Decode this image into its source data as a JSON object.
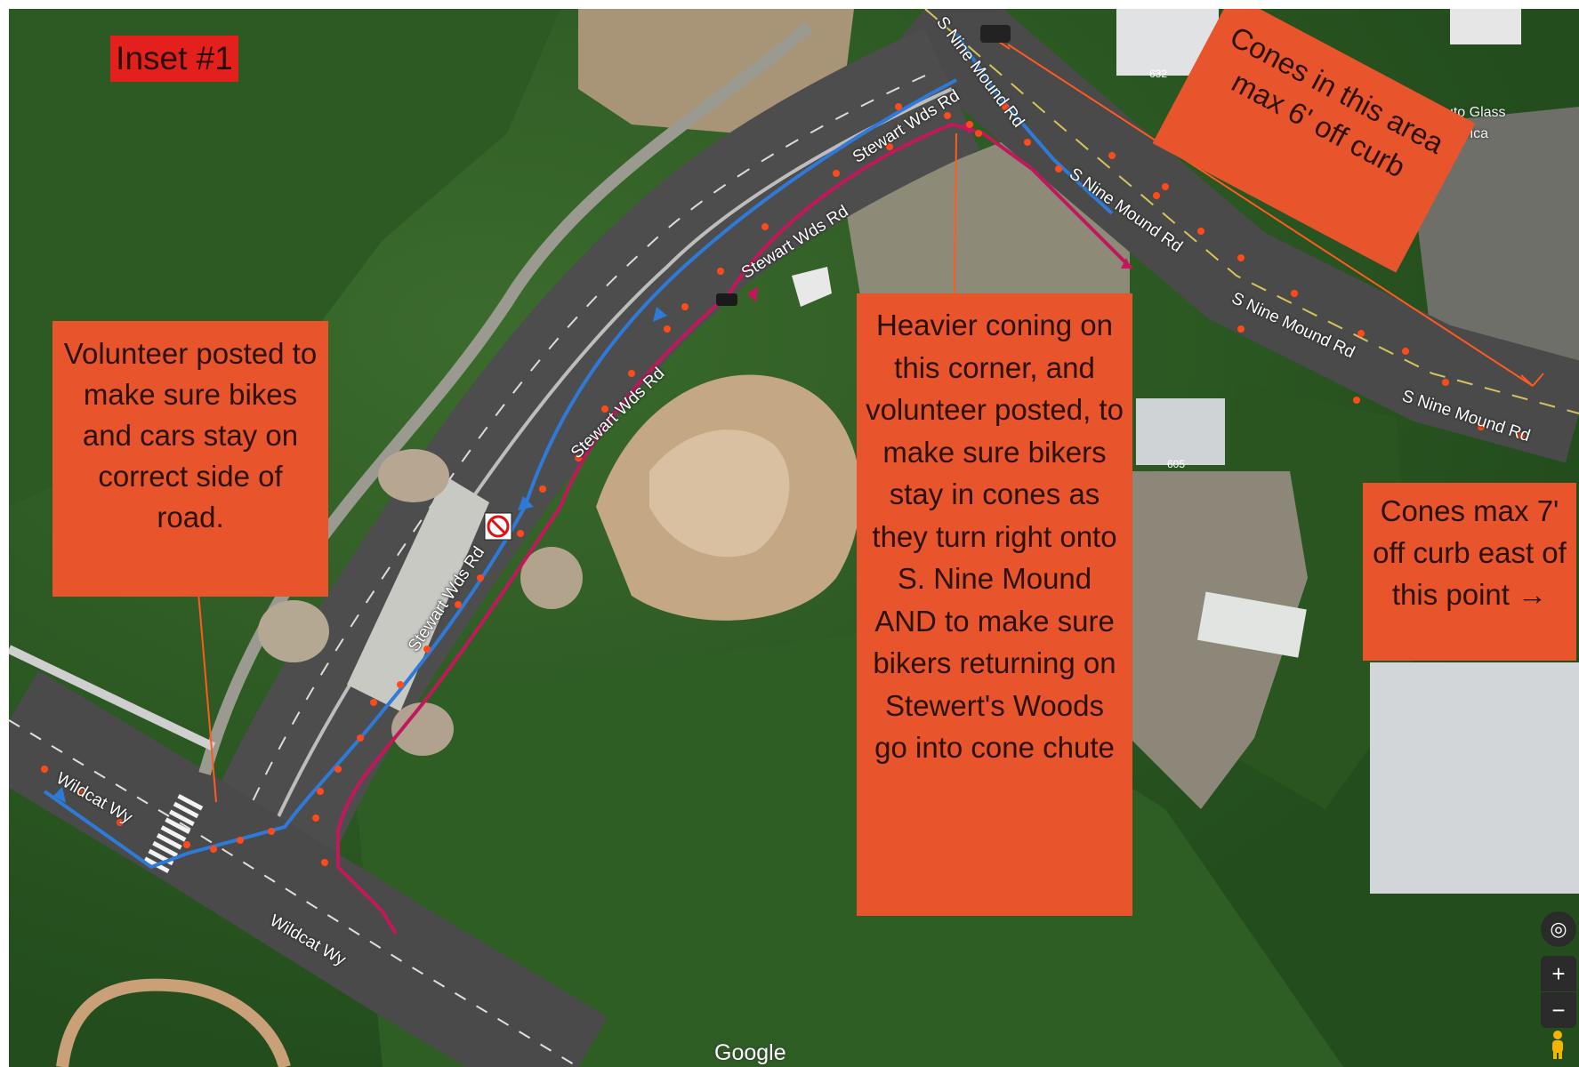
{
  "inset_label": "Inset #1",
  "callouts": {
    "volunteer_roadside": "Volunteer posted to make sure bikes and cars stay on correct side of road.",
    "heavier_coning": "Heavier coning on this corner, and volunteer posted, to make sure bikers stay in cones as they turn right onto S. Nine Mound AND to make sure bikers returning on Stewert's Woods go into cone chute",
    "cones_6ft": "Cones in this area max 6' off curb",
    "cones_7ft": "Cones max 7' off curb east of this point →"
  },
  "road_labels": {
    "nine_mound_1": "S Nine Mound Rd",
    "nine_mound_2": "S Nine Mound Rd",
    "nine_mound_3": "S Nine Mound Rd",
    "nine_mound_4": "S Nine Mound Rd",
    "stewart_1": "Stewart Wds Rd",
    "stewart_2": "Stewart Wds Rd",
    "stewart_3": "Stewart Wds Rd",
    "stewart_4": "Stewart Wds Rd",
    "wildcat_1": "Wildcat Wy",
    "wildcat_2": "Wildcat Wy"
  },
  "business_labels": {
    "auto_glass": "plete Auto Glass",
    "auto_glass_2": "merica"
  },
  "building_numbers": {
    "b1": "632",
    "b2": "605"
  },
  "attribution": "Google",
  "map_controls": {
    "locate": "◎",
    "zoom_in": "+",
    "zoom_out": "−"
  },
  "colors": {
    "callout_bg": "#e8542c",
    "inset_bg": "#e4201c",
    "route_outbound": "#2f7ad8",
    "route_return": "#c2185b",
    "cone_dot": "#ff4a1a",
    "leader_line": "#ff5a1f"
  }
}
